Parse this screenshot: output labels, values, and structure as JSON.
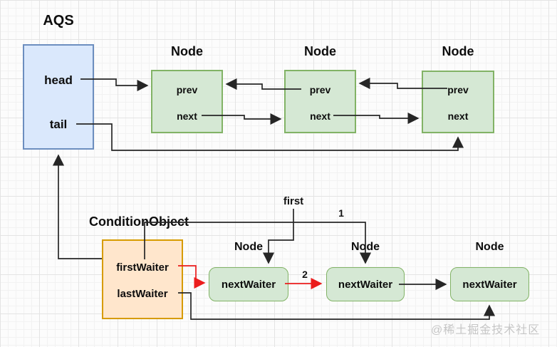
{
  "colors": {
    "blue-fill": "#dae8fc",
    "blue-border": "#6c8ebf",
    "green-fill": "#d5e8d4",
    "green-border": "#82b366",
    "orange-fill": "#ffe6cc",
    "orange-border": "#d79b00",
    "line": "#262626",
    "red-line": "#eb1d1d",
    "grid-minor": "#f2f2f2",
    "grid-major": "#e4e4e4",
    "watermark": "#c6c6c6"
  },
  "aqs": {
    "title": "AQS",
    "fields": {
      "head": "head",
      "tail": "tail"
    }
  },
  "sync_nodes": [
    {
      "title": "Node",
      "prev": "prev",
      "next": "next"
    },
    {
      "title": "Node",
      "prev": "prev",
      "next": "next"
    },
    {
      "title": "Node",
      "prev": "prev",
      "next": "next"
    }
  ],
  "condition": {
    "title": "ConditionObject",
    "fields": {
      "first_waiter": "firstWaiter",
      "last_waiter": "lastWaiter"
    }
  },
  "cond_nodes": [
    {
      "title": "Node",
      "field": "nextWaiter"
    },
    {
      "title": "Node",
      "field": "nextWaiter"
    },
    {
      "title": "Node",
      "field": "nextWaiter"
    }
  ],
  "edge_labels": {
    "first": "first",
    "step1": "1",
    "step2": "2"
  },
  "watermark": "@稀土掘金技术社区"
}
